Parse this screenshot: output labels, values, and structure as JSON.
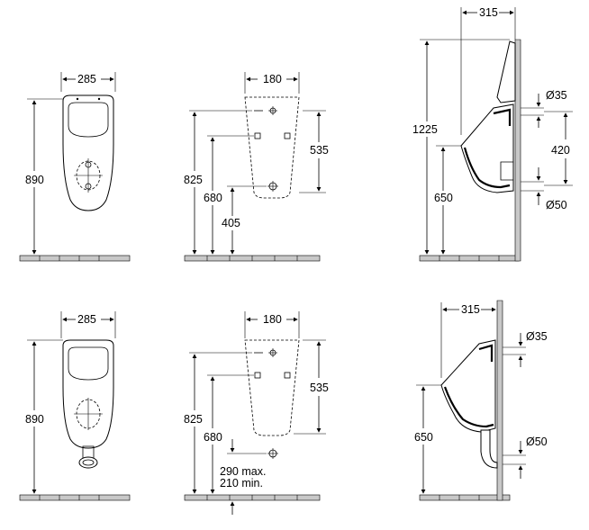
{
  "views": {
    "top_front": {
      "width": "285",
      "height": "890"
    },
    "top_install": {
      "width": "180",
      "h1": "535",
      "h2": "825",
      "h3": "680",
      "h4": "405"
    },
    "top_side": {
      "depth": "315",
      "total": "1225",
      "pipe_top": "Ø35",
      "spacing": "420",
      "rim": "650",
      "pipe_bottom": "Ø50"
    },
    "bottom_front": {
      "width": "285",
      "height": "890"
    },
    "bottom_install": {
      "width": "180",
      "h1": "535",
      "h2": "825",
      "h3": "680",
      "note1": "290 max.",
      "note2": "210 min."
    },
    "bottom_side": {
      "depth": "315",
      "pipe_top": "Ø35",
      "rim": "650",
      "pipe_bottom": "Ø50"
    }
  }
}
